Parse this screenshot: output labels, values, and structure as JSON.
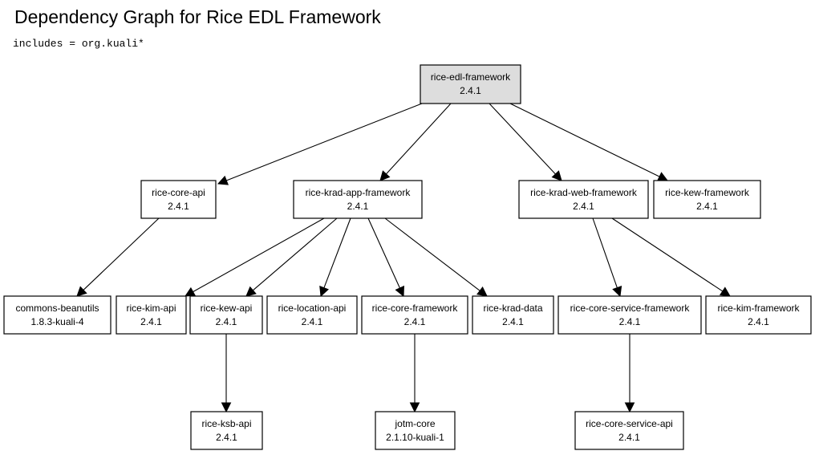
{
  "diagram": {
    "title": "Dependency Graph for Rice EDL Framework",
    "subtitle": "includes = org.kuali*",
    "nodes": [
      {
        "id": "rice-edl-framework",
        "name": "rice-edl-framework",
        "version": "2.4.1",
        "root": true
      },
      {
        "id": "rice-core-api",
        "name": "rice-core-api",
        "version": "2.4.1"
      },
      {
        "id": "rice-krad-app-framework",
        "name": "rice-krad-app-framework",
        "version": "2.4.1"
      },
      {
        "id": "rice-krad-web-framework",
        "name": "rice-krad-web-framework",
        "version": "2.4.1"
      },
      {
        "id": "rice-kew-framework",
        "name": "rice-kew-framework",
        "version": "2.4.1"
      },
      {
        "id": "commons-beanutils",
        "name": "commons-beanutils",
        "version": "1.8.3-kuali-4"
      },
      {
        "id": "rice-kim-api",
        "name": "rice-kim-api",
        "version": "2.4.1"
      },
      {
        "id": "rice-kew-api",
        "name": "rice-kew-api",
        "version": "2.4.1"
      },
      {
        "id": "rice-location-api",
        "name": "rice-location-api",
        "version": "2.4.1"
      },
      {
        "id": "rice-core-framework",
        "name": "rice-core-framework",
        "version": "2.4.1"
      },
      {
        "id": "rice-krad-data",
        "name": "rice-krad-data",
        "version": "2.4.1"
      },
      {
        "id": "rice-core-service-framework",
        "name": "rice-core-service-framework",
        "version": "2.4.1"
      },
      {
        "id": "rice-kim-framework",
        "name": "rice-kim-framework",
        "version": "2.4.1"
      },
      {
        "id": "rice-ksb-api",
        "name": "rice-ksb-api",
        "version": "2.4.1"
      },
      {
        "id": "jotm-core",
        "name": "jotm-core",
        "version": "2.1.10-kuali-1"
      },
      {
        "id": "rice-core-service-api",
        "name": "rice-core-service-api",
        "version": "2.4.1"
      }
    ],
    "edges": [
      {
        "from": "rice-edl-framework",
        "to": "rice-core-api"
      },
      {
        "from": "rice-edl-framework",
        "to": "rice-krad-app-framework"
      },
      {
        "from": "rice-edl-framework",
        "to": "rice-krad-web-framework"
      },
      {
        "from": "rice-edl-framework",
        "to": "rice-kew-framework"
      },
      {
        "from": "rice-core-api",
        "to": "commons-beanutils"
      },
      {
        "from": "rice-krad-app-framework",
        "to": "rice-kim-api"
      },
      {
        "from": "rice-krad-app-framework",
        "to": "rice-kew-api"
      },
      {
        "from": "rice-krad-app-framework",
        "to": "rice-location-api"
      },
      {
        "from": "rice-krad-app-framework",
        "to": "rice-core-framework"
      },
      {
        "from": "rice-krad-app-framework",
        "to": "rice-krad-data"
      },
      {
        "from": "rice-krad-web-framework",
        "to": "rice-core-service-framework"
      },
      {
        "from": "rice-krad-web-framework",
        "to": "rice-kim-framework"
      },
      {
        "from": "rice-kew-api",
        "to": "rice-ksb-api"
      },
      {
        "from": "rice-core-framework",
        "to": "jotm-core"
      },
      {
        "from": "rice-core-service-framework",
        "to": "rice-core-service-api"
      }
    ]
  }
}
